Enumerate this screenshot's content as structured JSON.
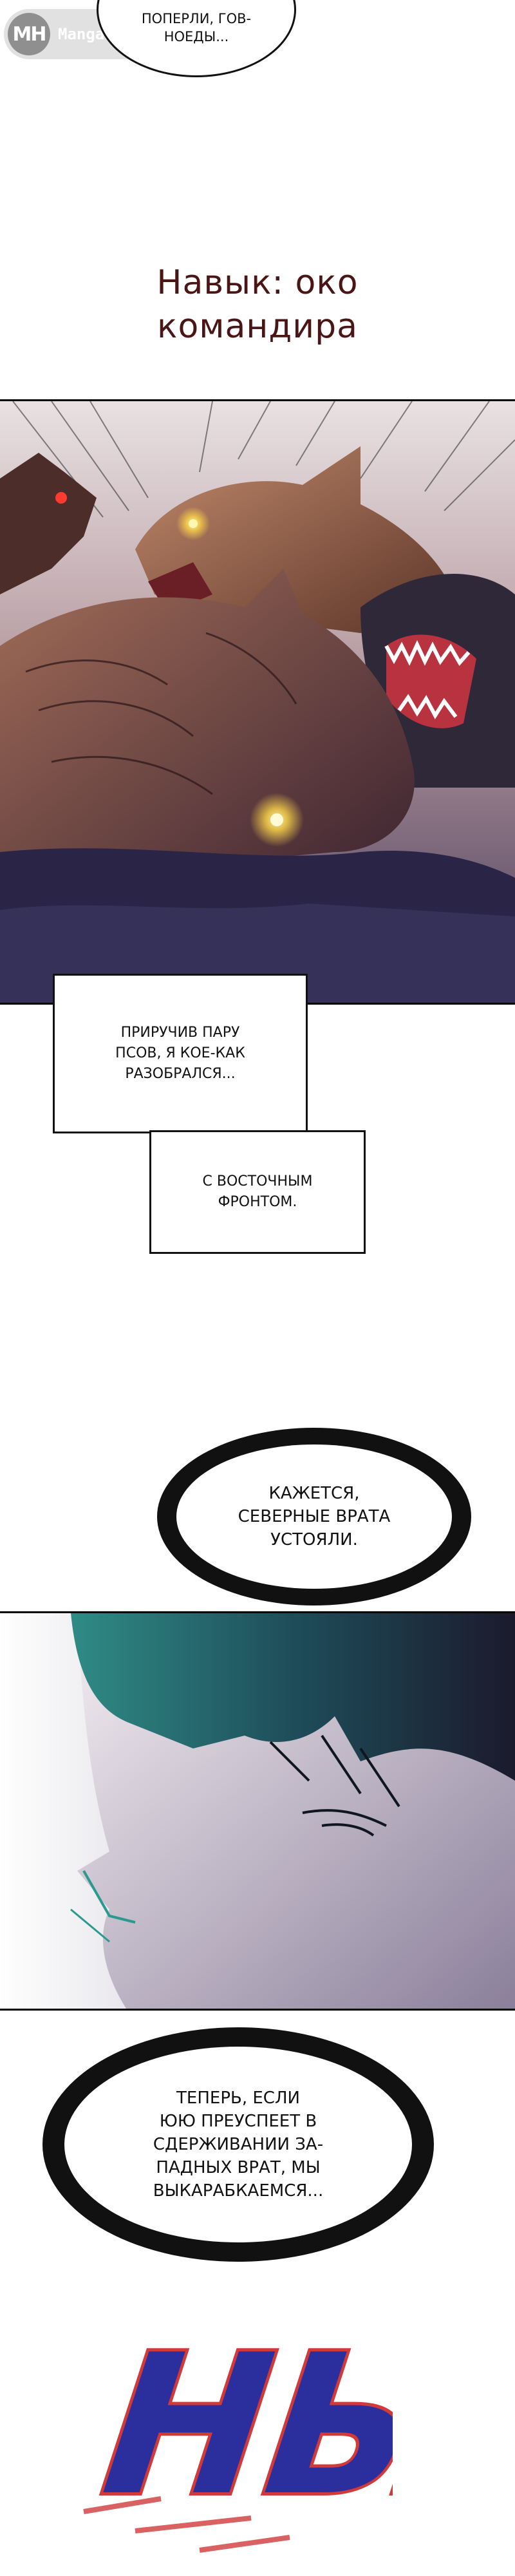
{
  "watermark": {
    "logo": "MH",
    "text": "Mangahub.ru"
  },
  "bubble_top": {
    "line1": "ПОПЕРЛИ, ГОВ-",
    "line2": "НОЕДЫ..."
  },
  "title": {
    "line1": "Навык: око",
    "line2": "командира"
  },
  "narration1": {
    "line1": "ПРИРУЧИВ ПАРУ",
    "line2": "ПСОВ, Я КОЕ-КАК",
    "line3": "РАЗОБРАЛСЯ..."
  },
  "narration2": {
    "line1": "С ВОСТОЧНЫМ",
    "line2": "ФРОНТОМ."
  },
  "bubble_mid": {
    "line1": "КАЖЕТСЯ,",
    "line2": "СЕВЕРНЫЕ ВРАТА",
    "line3": "УСТОЯЛИ."
  },
  "bubble_bottom": {
    "line1": "ТЕПЕРЬ, ЕСЛИ",
    "line2": "ЮЮ ПРЕУСПЕЕТ В",
    "line3": "СДЕРЖИВАНИИ ЗА-",
    "line4": "ПАДНЫХ ВРАТ, МЫ",
    "line5": "ВЫКАРАБКАЕМСЯ..."
  },
  "sfx": {
    "text": "НЫ!"
  },
  "colors": {
    "title": "#4a1515",
    "wolf_fur": "#8a5a45",
    "wolf_eye": "#ffd84a",
    "hair": "#1f5e63",
    "sfx_blue": "#2b2f9e",
    "sfx_red": "#d23a3a"
  }
}
